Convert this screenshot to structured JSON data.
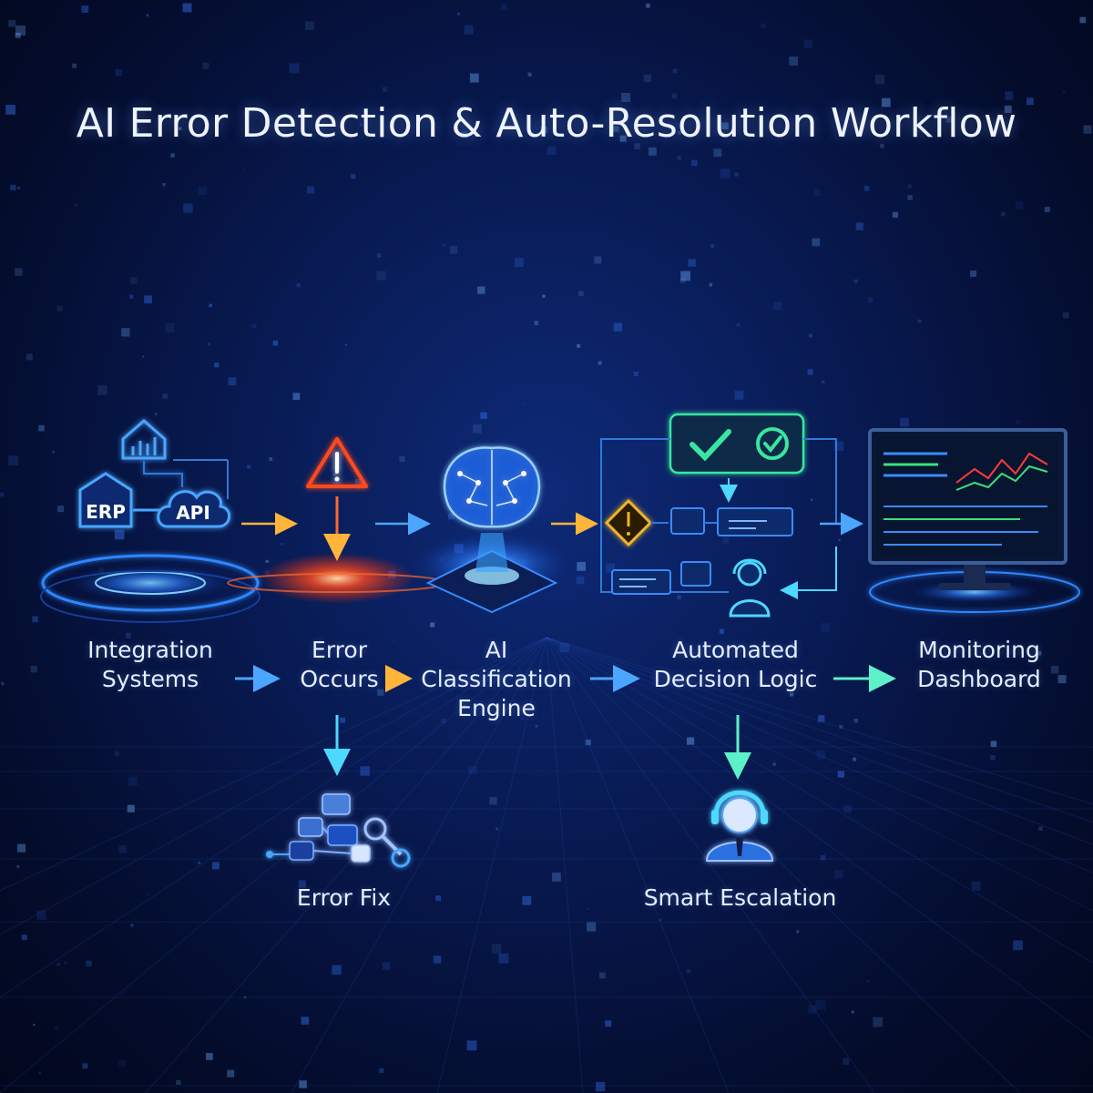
{
  "title": "AI Error Detection & Auto-Resolution Workflow",
  "stages": {
    "integration": {
      "line1": "Integration",
      "line2": "Systems"
    },
    "error": {
      "line1": "Error",
      "line2": "Occurs"
    },
    "ai": {
      "line1": "AI",
      "line2": "Classification",
      "line3": "Engine"
    },
    "automated": {
      "line1": "Automated",
      "line2": "Decision Logic"
    },
    "monitoring": {
      "line1": "Monitoring",
      "line2": "Dashboard"
    },
    "fix": {
      "line1": "Error Fix"
    },
    "escalation": {
      "line1": "Smart Escalation"
    }
  },
  "badges": {
    "erp": "ERP",
    "api": "API"
  },
  "icons": [
    "house-chart-icon",
    "erp-building-icon",
    "api-cloud-icon",
    "warning-triangle-icon",
    "brain-chip-icon",
    "diamond-warning-icon",
    "check-icon",
    "check-circle-icon",
    "agent-headset-icon",
    "monitor-dashboard-icon",
    "network-fix-icon"
  ],
  "colors": {
    "accent": "#3aa2ff",
    "warning": "#ff4a1c",
    "decision": "#f0b429",
    "check": "#39e6a0",
    "cyan": "#4dd8ff"
  }
}
